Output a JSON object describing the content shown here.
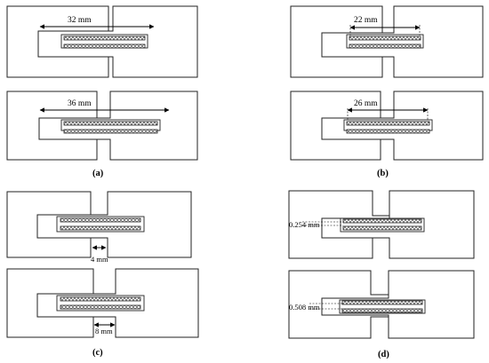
{
  "panels": {
    "a": {
      "label": "(a)",
      "top_dimension": "32 mm",
      "bottom_dimension": "36 mm"
    },
    "b": {
      "label": "(b)",
      "top_dimension": "22 mm",
      "bottom_dimension": "26 mm"
    },
    "c": {
      "label": "(c)",
      "top_dimension": "4 mm",
      "bottom_dimension": "8 mm"
    },
    "d": {
      "label": "(d)",
      "top_dimension": "0.254 mm",
      "bottom_dimension": "0.508 mm"
    }
  }
}
